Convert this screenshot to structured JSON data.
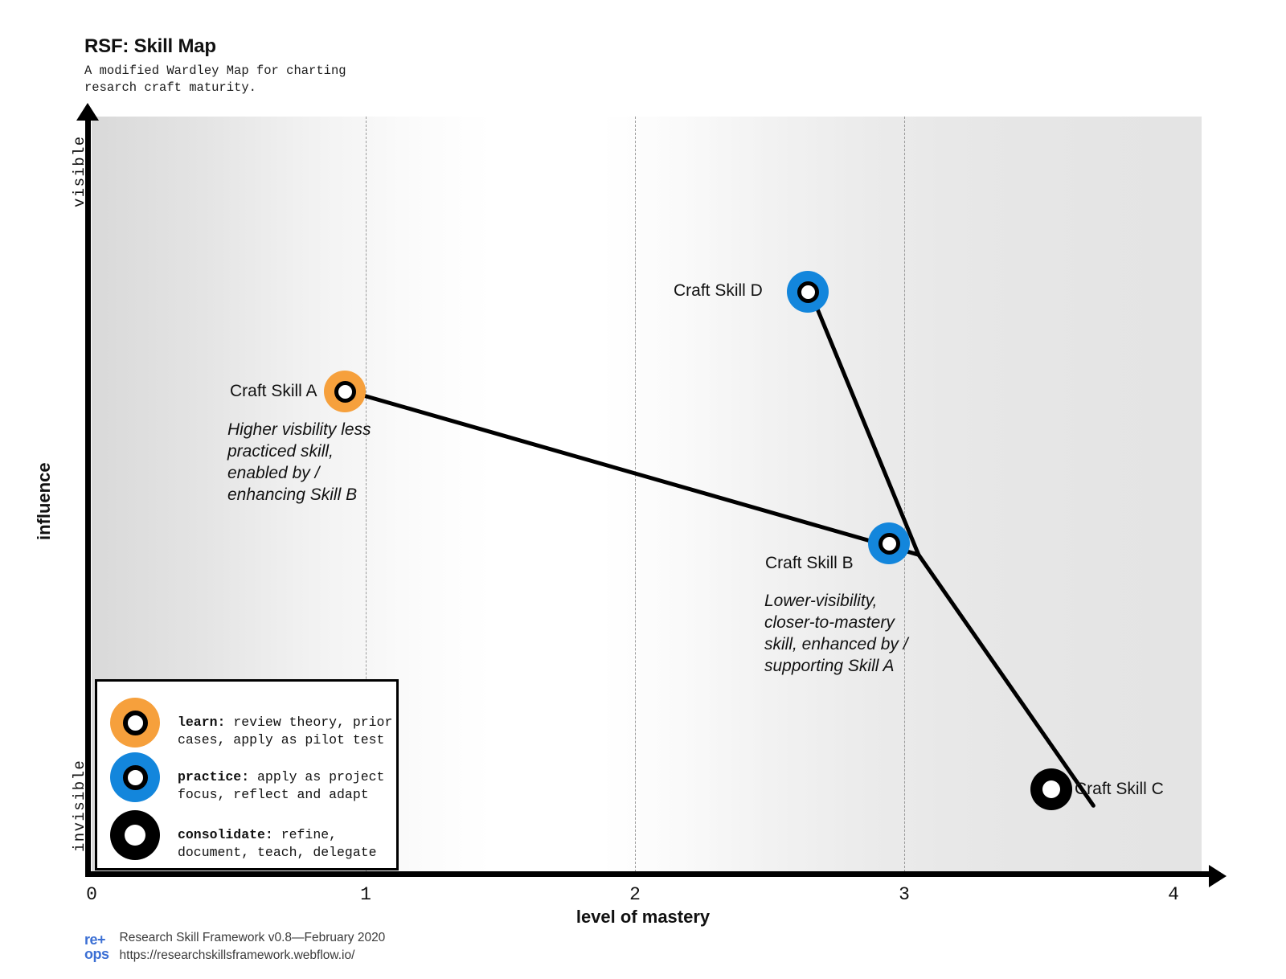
{
  "header": {
    "title": "RSF: Skill Map",
    "subtitle": "A modified Wardley Map for charting\nresarch craft maturity."
  },
  "chart_data": {
    "type": "scatter",
    "title": "RSF: Skill Map",
    "xlabel": "level of mastery",
    "ylabel": "influence",
    "xlim": [
      0,
      4
    ],
    "x_ticks": [
      "0",
      "1",
      "2",
      "3",
      "4"
    ],
    "y_axis_top_label": "visible",
    "y_axis_bottom_label": "invisible",
    "grid": "vertical dashed at 1, 2, 3",
    "legend_position": "inside bottom-left",
    "points": [
      {
        "id": "skill-a",
        "label": "Craft Skill A",
        "stage": "learn",
        "color": "#F6A03C",
        "x": 0.94,
        "y": 0.635,
        "note": "Higher visbility less\npracticed skill,\nenabled by /\nenhancing Skill B"
      },
      {
        "id": "skill-b",
        "label": "Craft Skill B",
        "stage": "practice",
        "color": "#1386DC",
        "x": 2.98,
        "y": 0.42,
        "note": "Lower-visibility,\ncloser-to-mastery\nskill, enhanced by /\nsupporting Skill A"
      },
      {
        "id": "skill-c",
        "label": "Craft Skill C",
        "stage": "consolidate",
        "color": "#000000",
        "x": 3.61,
        "y": 0.088,
        "note": ""
      },
      {
        "id": "skill-d",
        "label": "Craft Skill D",
        "stage": "practice",
        "color": "#1386DC",
        "x": 2.59,
        "y": 0.768,
        "note": ""
      }
    ],
    "links": [
      {
        "from": "skill-a",
        "to": "skill-b"
      },
      {
        "from": "skill-d",
        "to": "skill-b"
      },
      {
        "from": "skill-b",
        "to": "skill-c"
      }
    ]
  },
  "legend": {
    "items": [
      {
        "name": "learn",
        "color": "#F6A03C",
        "term": "learn:",
        "description": " review theory, prior\ncases, apply as pilot test"
      },
      {
        "name": "practice",
        "color": "#1386DC",
        "term": "practice:",
        "description": " apply as project\nfocus, reflect and adapt"
      },
      {
        "name": "consolidate",
        "color": "#000000",
        "term": "consolidate:",
        "description": " refine,\ndocument, teach, delegate"
      }
    ]
  },
  "footer": {
    "logo_line1": "re+",
    "logo_line2": "ops",
    "line1": "Research Skill Framework v0.8—February 2020",
    "line2": "https://researchskillsframework.webflow.io/"
  }
}
